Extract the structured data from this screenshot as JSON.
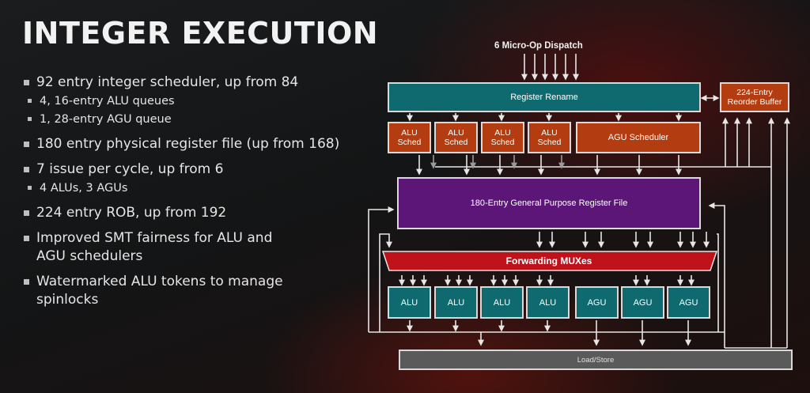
{
  "slide": {
    "title": "INTEGER EXECUTION"
  },
  "bullets": [
    {
      "level": 1,
      "text": "92 entry integer scheduler, up from 84"
    },
    {
      "level": 2,
      "text": "4, 16-entry ALU queues"
    },
    {
      "level": 2,
      "text": "1, 28-entry AGU queue"
    },
    {
      "level": 1,
      "text": "180 entry physical register file (up from 168)"
    },
    {
      "level": 1,
      "text": "7 issue per cycle, up from 6"
    },
    {
      "level": 2,
      "text": "4 ALUs, 3 AGUs"
    },
    {
      "level": 1,
      "text": "224 entry ROB, up from 192"
    },
    {
      "level": 1,
      "text": "Improved SMT fairness for ALU and AGU schedulers"
    },
    {
      "level": 1,
      "text": "Watermarked ALU tokens to manage spinlocks"
    }
  ],
  "diagram": {
    "dispatch_label": "6 Micro-Op Dispatch",
    "register_rename": "Register Rename",
    "reorder_buffer": "224-Entry Reorder Buffer",
    "alu_scheds": [
      "ALU Sched",
      "ALU Sched",
      "ALU Sched",
      "ALU Sched"
    ],
    "agu_scheduler": "AGU Scheduler",
    "register_file": "180-Entry General Purpose Register File",
    "forwarding_muxes": "Forwarding MUXes",
    "alus": [
      "ALU",
      "ALU",
      "ALU",
      "ALU"
    ],
    "agus": [
      "AGU",
      "AGU",
      "AGU"
    ],
    "load_store": "Load/Store"
  },
  "colors": {
    "teal": "#0f6a6f",
    "orange": "#b33d10",
    "purple": "#5b1678",
    "mux_red": "#c0121a",
    "grey": "#5a5a5a",
    "wire": "#e6e6e6"
  }
}
